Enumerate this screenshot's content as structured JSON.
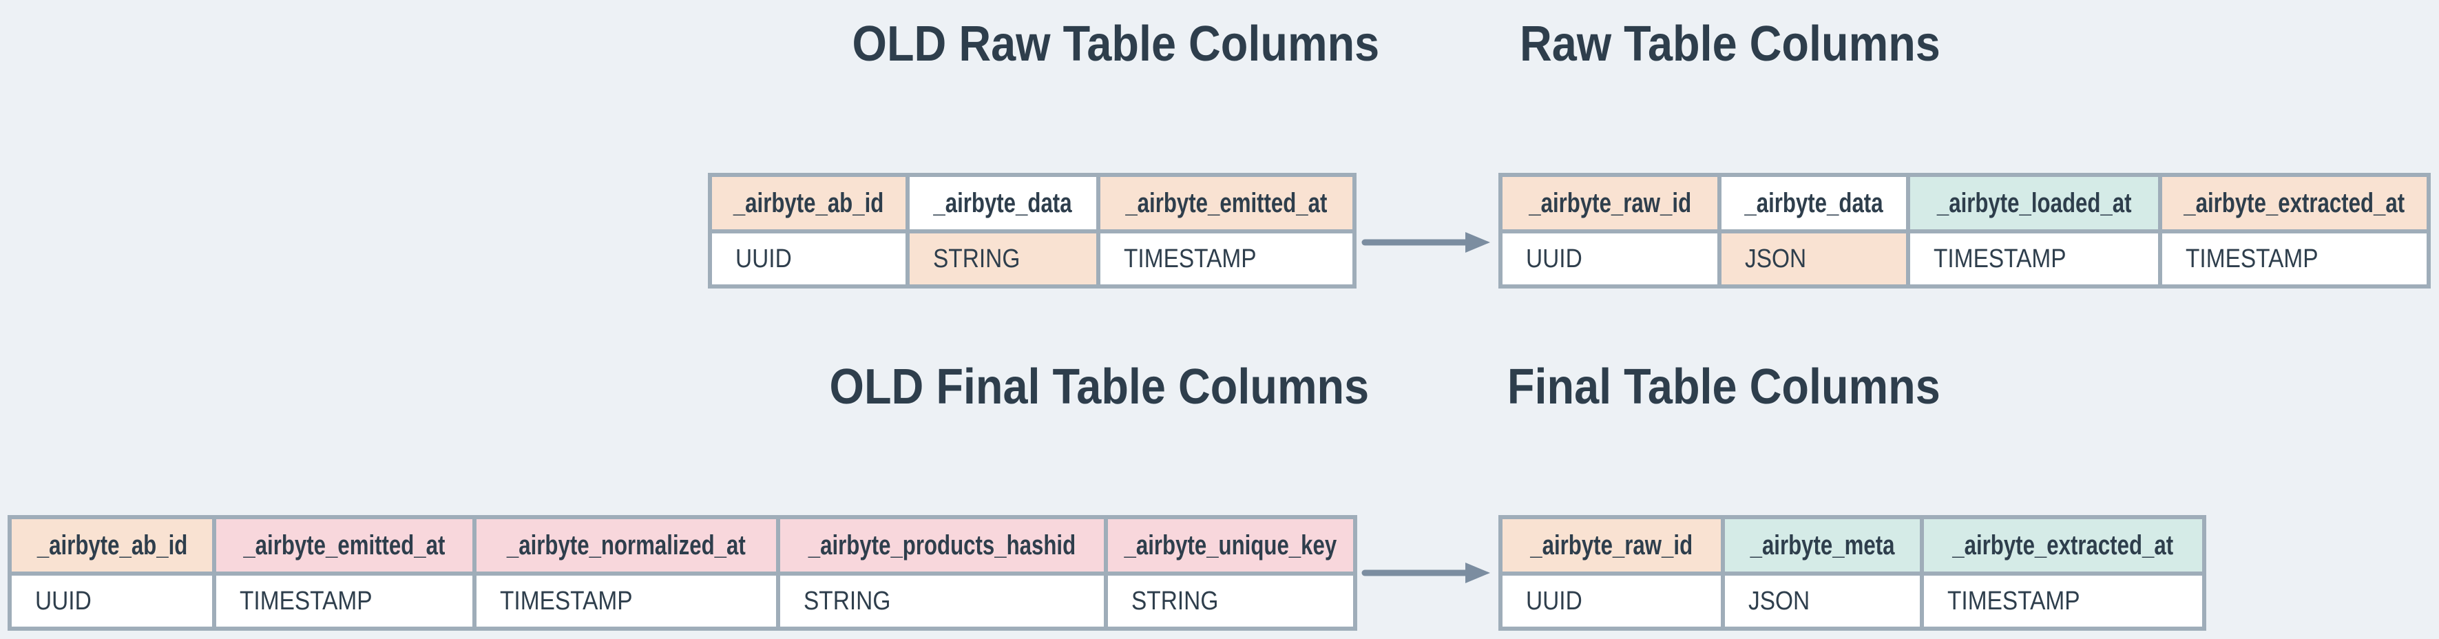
{
  "colors": {
    "background": "#edf1f5",
    "table_frame": "#9fadb9",
    "arrow": "#7b8da0",
    "text": "#2e3e4c",
    "peach": "#f9e2d2",
    "pink": "#f8d7dc",
    "teal": "#d5ebe7",
    "white": "#ffffff"
  },
  "titles": {
    "old_raw": "OLD Raw Table Columns",
    "raw": "Raw Table Columns",
    "old_final": "OLD Final Table Columns",
    "final": "Final Table Columns"
  },
  "tables": {
    "old_raw": {
      "columns": [
        {
          "name": "_airbyte_ab_id",
          "type": "UUID",
          "header_highlight": "peach",
          "type_highlight": "white"
        },
        {
          "name": "_airbyte_data",
          "type": "STRING",
          "header_highlight": "white",
          "type_highlight": "peach"
        },
        {
          "name": "_airbyte_emitted_at",
          "type": "TIMESTAMP",
          "header_highlight": "peach",
          "type_highlight": "white"
        }
      ]
    },
    "raw": {
      "columns": [
        {
          "name": "_airbyte_raw_id",
          "type": "UUID",
          "header_highlight": "peach",
          "type_highlight": "white"
        },
        {
          "name": "_airbyte_data",
          "type": "JSON",
          "header_highlight": "white",
          "type_highlight": "peach"
        },
        {
          "name": "_airbyte_loaded_at",
          "type": "TIMESTAMP",
          "header_highlight": "teal",
          "type_highlight": "white"
        },
        {
          "name": "_airbyte_extracted_at",
          "type": "TIMESTAMP",
          "header_highlight": "peach",
          "type_highlight": "white"
        }
      ]
    },
    "old_final": {
      "columns": [
        {
          "name": "_airbyte_ab_id",
          "type": "UUID",
          "header_highlight": "peach",
          "type_highlight": "white"
        },
        {
          "name": "_airbyte_emitted_at",
          "type": "TIMESTAMP",
          "header_highlight": "pink",
          "type_highlight": "white"
        },
        {
          "name": "_airbyte_normalized_at",
          "type": "TIMESTAMP",
          "header_highlight": "pink",
          "type_highlight": "white"
        },
        {
          "name": "_airbyte_products_hashid",
          "type": "STRING",
          "header_highlight": "pink",
          "type_highlight": "white"
        },
        {
          "name": "_airbyte_unique_key",
          "type": "STRING",
          "header_highlight": "pink",
          "type_highlight": "white"
        }
      ]
    },
    "final": {
      "columns": [
        {
          "name": "_airbyte_raw_id",
          "type": "UUID",
          "header_highlight": "peach",
          "type_highlight": "white"
        },
        {
          "name": "_airbyte_meta",
          "type": "JSON",
          "header_highlight": "teal",
          "type_highlight": "white"
        },
        {
          "name": "_airbyte_extracted_at",
          "type": "TIMESTAMP",
          "header_highlight": "teal",
          "type_highlight": "white"
        }
      ]
    }
  }
}
